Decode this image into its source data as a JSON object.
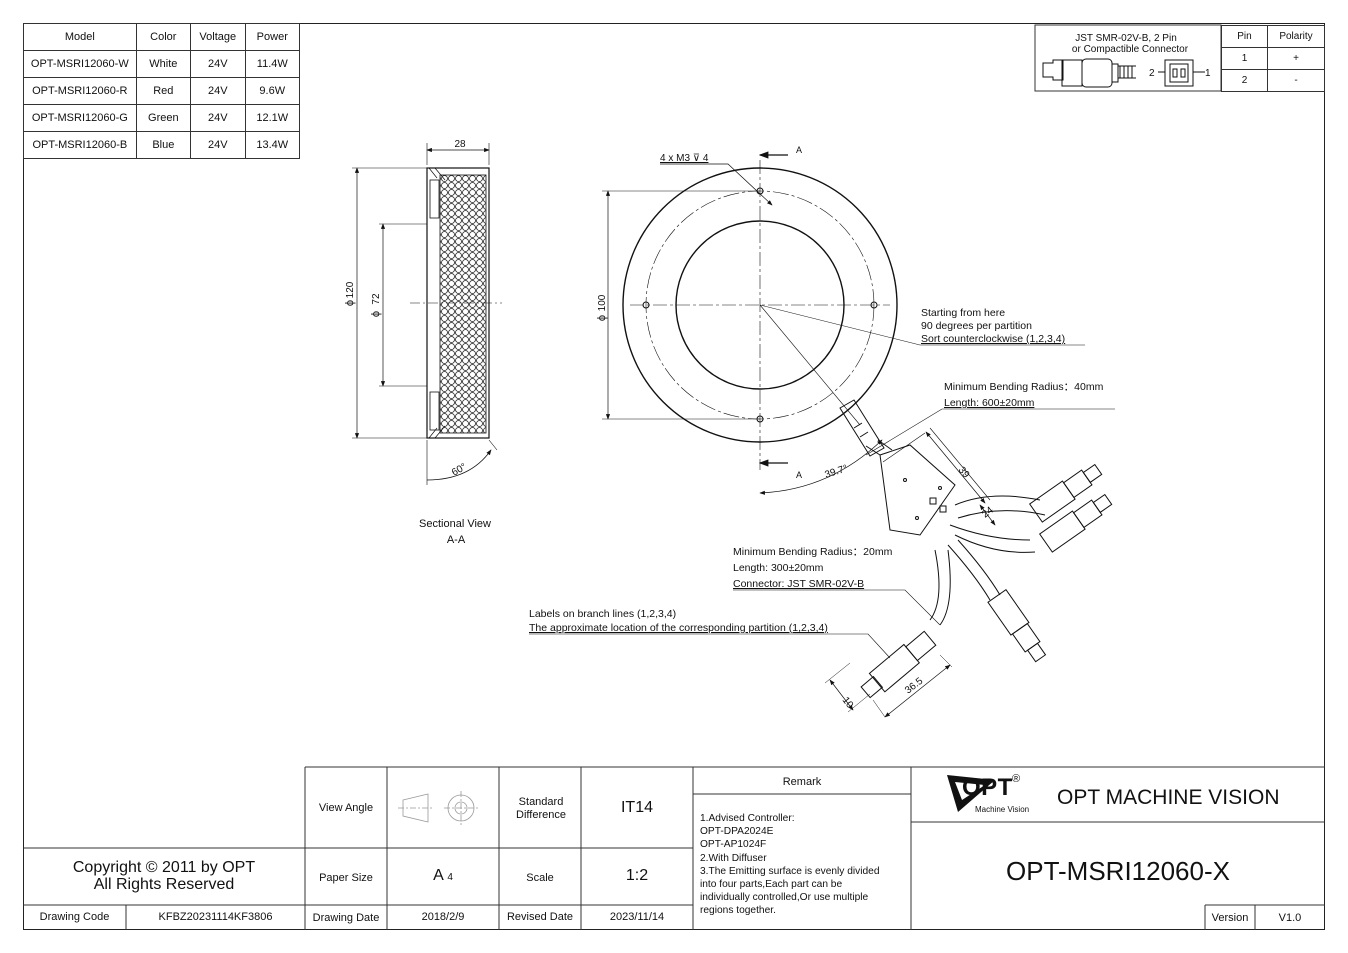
{
  "spec_table": {
    "headers": [
      "Model",
      "Color",
      "Voltage",
      "Power"
    ],
    "rows": [
      [
        "OPT-MSRI12060-W",
        "White",
        "24V",
        "11.4W"
      ],
      [
        "OPT-MSRI12060-R",
        "Red",
        "24V",
        "9.6W"
      ],
      [
        "OPT-MSRI12060-G",
        "Green",
        "24V",
        "12.1W"
      ],
      [
        "OPT-MSRI12060-B",
        "Blue",
        "24V",
        "13.4W"
      ]
    ]
  },
  "connector_box": {
    "title_line1": "JST SMR-02V-B, 2 Pin",
    "title_line2": "or Compactible Connector",
    "pin_label_2": "2",
    "pin_label_1": "1",
    "headers": [
      "Pin",
      "Polarity"
    ],
    "rows": [
      [
        "1",
        "+"
      ],
      [
        "2",
        "-"
      ]
    ]
  },
  "sectional_view": {
    "dim_width": "28",
    "dim_outer": "120",
    "dim_inner": "72",
    "angle": "60°",
    "caption_line1": "Sectional View",
    "caption_line2": "A-A"
  },
  "front_view": {
    "hole_note": "4 x M3 ⊽ 4",
    "section_mark": "A",
    "dim_diameter": "100",
    "angle": "39.7°",
    "note_start": [
      "Starting from here",
      "90 degrees per partition",
      "Sort counterclockwise (1,2,3,4)"
    ],
    "note_cable_main": [
      "Minimum Bending Radius：40mm",
      "Length: 600±20mm"
    ],
    "note_cable_branch": [
      "Minimum Bending Radius：20mm",
      "Length: 300±20mm",
      "Connector: JST SMR-02V-B"
    ],
    "note_labels": [
      "Labels on branch lines (1,2,3,4)",
      "The approximate location of the corresponding partition (1,2,3,4)"
    ],
    "dim_39": "39",
    "dim_24": "24",
    "dim_36_5": "36.5",
    "dim_10": "10"
  },
  "title_block": {
    "view_angle_label": "View Angle",
    "standard_difference_label": "Standard Difference",
    "standard_difference_value": "IT14",
    "remark_label": "Remark",
    "remarks": [
      "1.Advised Controller:",
      " OPT-DPA2024E",
      " OPT-AP1024F",
      "2.With Diffuser",
      "3.The Emitting surface is evenly divided",
      "into four parts,Each part can be",
      "individually controlled,Or use multiple",
      "regions together."
    ],
    "logo_text": "OPT",
    "logo_registered": "®",
    "logo_sub": "Machine Vision",
    "company": "OPT MACHINE VISION",
    "product_code": "OPT-MSRI12060-X",
    "paper_size_label": "Paper Size",
    "paper_size_value": "A",
    "paper_size_sub": "4",
    "scale_label": "Scale",
    "scale_value": "1:2",
    "copyright_line1": "Copyright © 2011 by OPT",
    "copyright_line2": "All Rights Reserved",
    "drawing_code_label": "Drawing Code",
    "drawing_code_value": "KFBZ20231114KF3806",
    "drawing_date_label": "Drawing Date",
    "drawing_date_value": "2018/2/9",
    "revised_date_label": "Revised Date",
    "revised_date_value": "2023/11/14",
    "version_label": "Version",
    "version_value": "V1.0"
  }
}
